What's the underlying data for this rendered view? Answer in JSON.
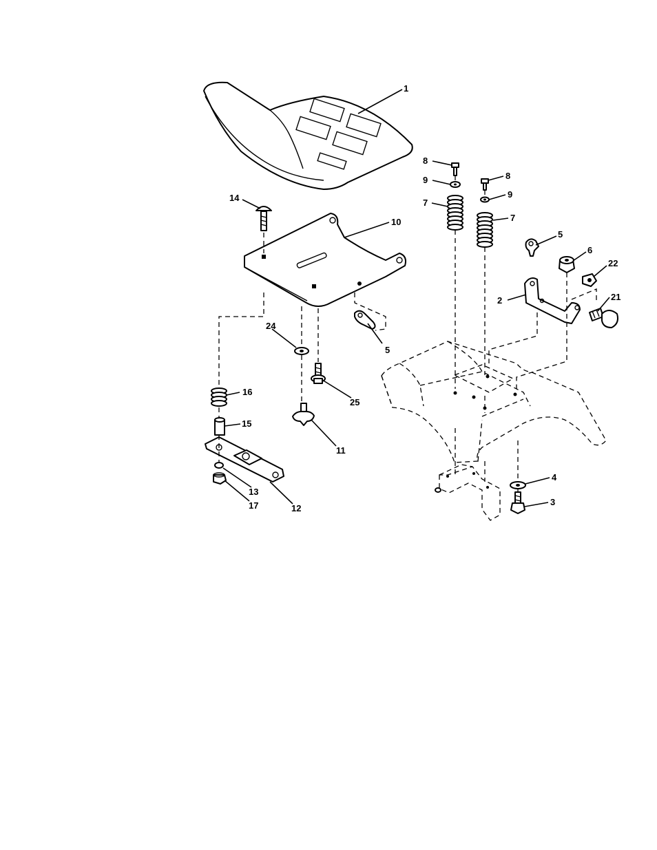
{
  "diagram": {
    "labels": {
      "p1": "1",
      "p2": "2",
      "p3": "3",
      "p4": "4",
      "p5a": "5",
      "p5b": "5",
      "p6": "6",
      "p7a": "7",
      "p7b": "7",
      "p8a": "8",
      "p8b": "8",
      "p9a": "9",
      "p9b": "9",
      "p10": "10",
      "p11": "11",
      "p12": "12",
      "p13": "13",
      "p14": "14",
      "p15": "15",
      "p16": "16",
      "p17": "17",
      "p21": "21",
      "p22": "22",
      "p24": "24",
      "p25": "25"
    },
    "colors": {
      "line": "#000000",
      "background": "#ffffff"
    }
  }
}
